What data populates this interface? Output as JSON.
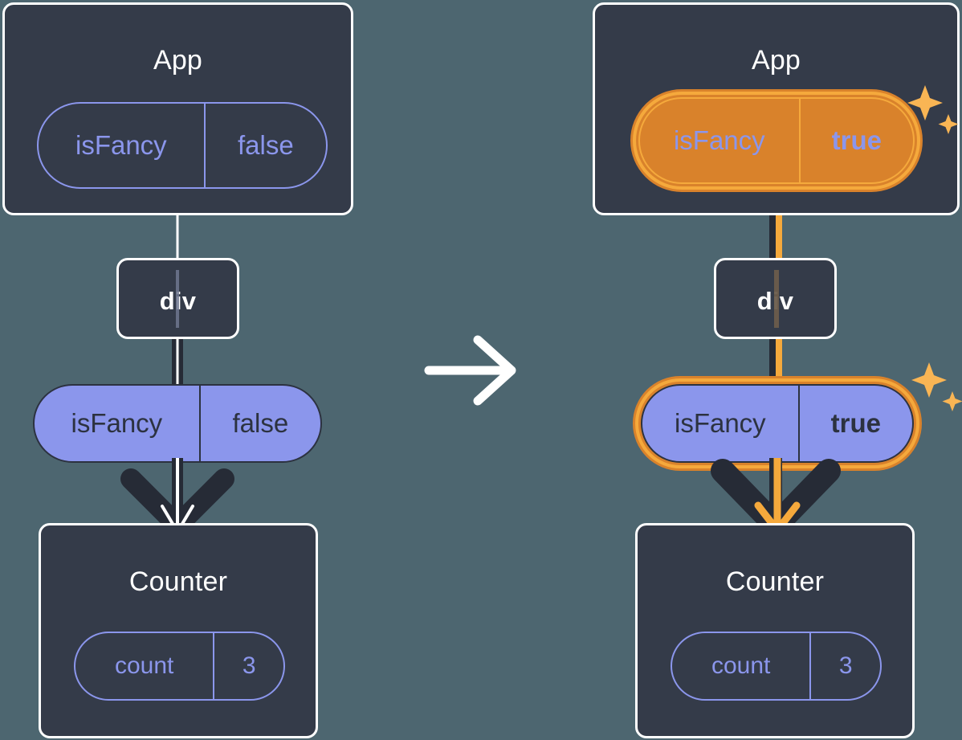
{
  "diagram": {
    "title": "React state update: isFancy prop flows from App to Counter",
    "background_color": "#4d6670",
    "box_fill": "#343b49",
    "box_border": "#ffffff",
    "periwinkle": "#8b96ec",
    "highlight_orange": "#d9822b",
    "highlight_orange_light": "#f5a93c",
    "sparkle_color": "#f9b554",
    "transition_arrow": "arrow-right-icon"
  },
  "before": {
    "app": {
      "title": "App",
      "pill": {
        "key": "isFancy",
        "value": "false"
      }
    },
    "div": {
      "title": "div"
    },
    "prop_pill": {
      "key": "isFancy",
      "value": "false"
    },
    "counter": {
      "title": "Counter",
      "pill": {
        "key": "count",
        "value": "3"
      }
    }
  },
  "after": {
    "app": {
      "title": "App",
      "pill": {
        "key": "isFancy",
        "value": "true"
      }
    },
    "div": {
      "title": "div"
    },
    "prop_pill": {
      "key": "isFancy",
      "value": "true"
    },
    "counter": {
      "title": "Counter",
      "pill": {
        "key": "count",
        "value": "3"
      }
    }
  }
}
